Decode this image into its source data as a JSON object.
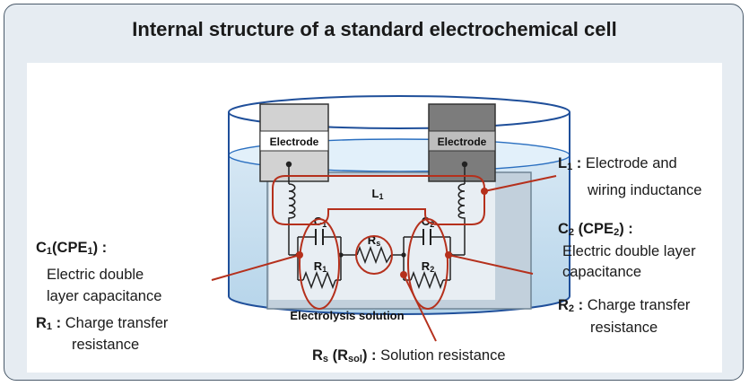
{
  "title": "Internal structure of a standard electrochemical cell",
  "electrodes": {
    "left": "Electrode",
    "right": "Electrode"
  },
  "solution_label": "Electrolysis solution",
  "components": {
    "L1": {
      "sym": "L",
      "sub": "1"
    },
    "C1": {
      "sym": "C",
      "sub": "1"
    },
    "C2": {
      "sym": "C",
      "sub": "2"
    },
    "R1": {
      "sym": "R",
      "sub": "1"
    },
    "R2": {
      "sym": "R",
      "sub": "2"
    },
    "Rs": {
      "sym": "R",
      "sub": "s"
    }
  },
  "callouts": {
    "L1": {
      "sym": "L",
      "sub": "1",
      "sep": " :",
      "line1": "Electrode and",
      "line2": "wiring inductance"
    },
    "C1": {
      "sym": "C",
      "sub": "1",
      "paren_open": "(CPE",
      "paren_sub": "1",
      "paren_close": ") :",
      "line1": "Electric double",
      "line2": "layer capacitance"
    },
    "R1": {
      "sym": "R",
      "sub": "1",
      "sep": " :",
      "line1": "Charge transfer",
      "line2": "resistance"
    },
    "C2": {
      "sym": "C",
      "sub": "2",
      "paren_open": " (CPE",
      "paren_sub": "2",
      "paren_close": ") :",
      "line1": "Electric double layer",
      "line2": "capacitance"
    },
    "R2": {
      "sym": "R",
      "sub": "2",
      "sep": " :",
      "line1": "Charge transfer",
      "line2": "resistance"
    },
    "Rs": {
      "sym": "R",
      "sub": "s",
      "paren_open": " (R",
      "paren_sub": "sol",
      "paren_close": ") :",
      "line1": "Solution resistance"
    }
  }
}
